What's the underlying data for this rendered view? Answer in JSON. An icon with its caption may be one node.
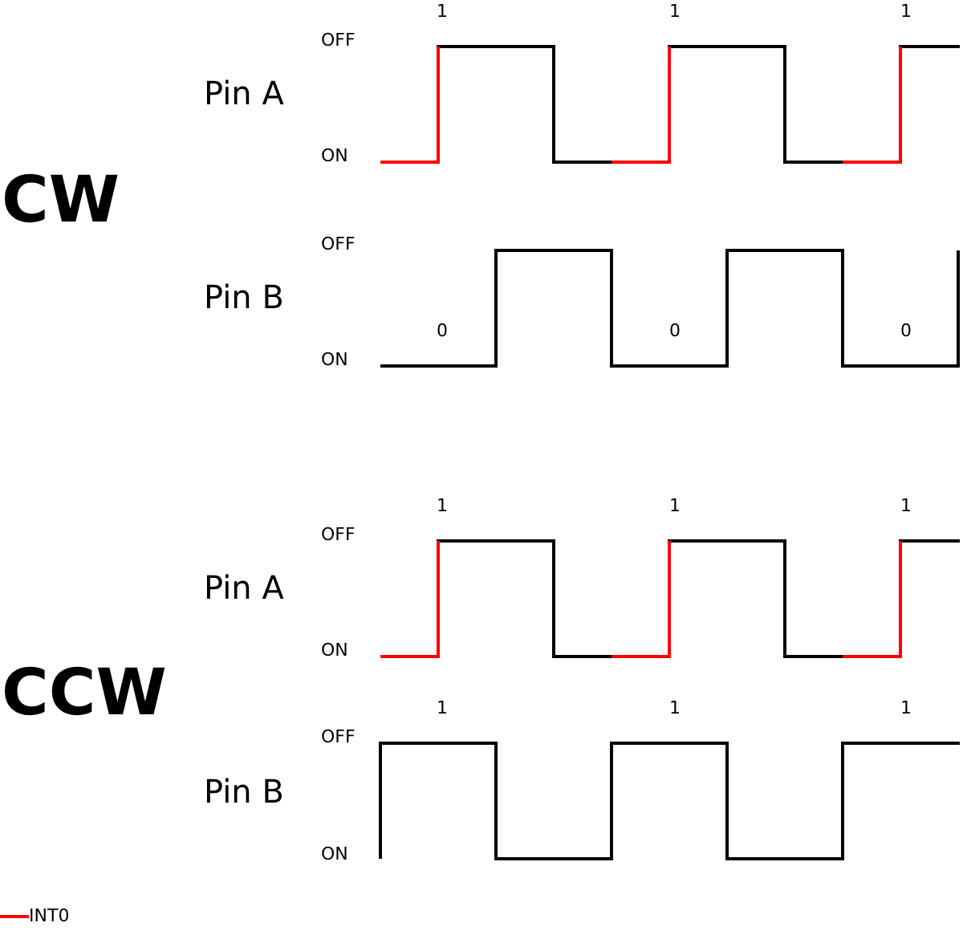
{
  "diagram": {
    "labels": [
      "1",
      "1",
      "1",
      "OFF",
      "Pin A",
      "ON",
      "CW",
      "OFF",
      "Pin B",
      "0",
      "0",
      "0",
      "ON",
      "1",
      "1",
      "1",
      "OFF",
      "Pin A",
      "ON",
      "CCW",
      "1",
      "1",
      "1",
      "OFF",
      "Pin B",
      "ON"
    ],
    "legend": [
      {
        "text": "INT0"
      }
    ]
  }
}
